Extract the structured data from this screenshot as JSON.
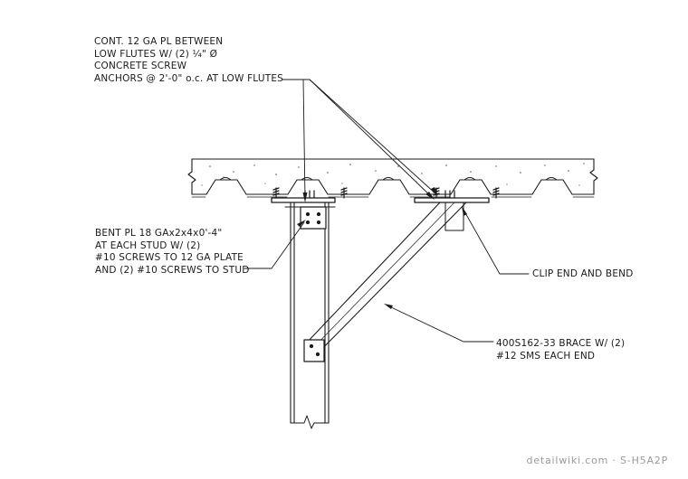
{
  "notes": {
    "plate_note": [
      "CONT. 12 GA PL BETWEEN",
      "LOW FLUTES W/ (2) ¼\" Ø",
      "CONCRETE SCREW",
      "ANCHORS @ 2'-0\" o.c. AT LOW FLUTES"
    ],
    "bent_plate_note": [
      "BENT PL 18 GAx2x4x0'-4\"",
      "AT EACH STUD W/ (2)",
      "#10 SCREWS TO 12 GA PLATE",
      "AND (2) #10 SCREWS TO STUD"
    ],
    "clip_note": "CLIP END AND BEND",
    "brace_note": [
      "400S162-33 BRACE W/ (2)",
      "#12 SMS EACH END"
    ]
  },
  "watermark": "detailwiki.com · S-H5A2P",
  "colors": {
    "line": "#1a1a1a",
    "watermark": "#9a9a9a"
  }
}
